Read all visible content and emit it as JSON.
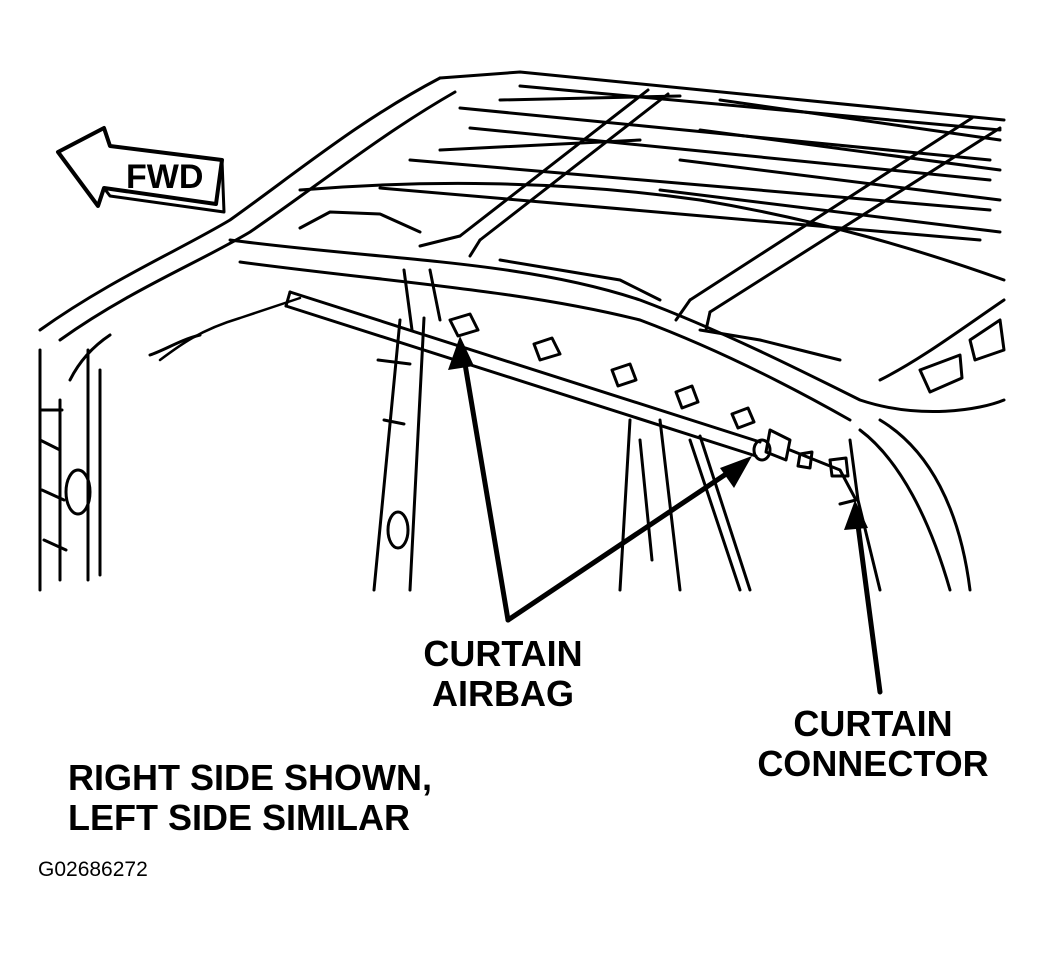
{
  "figure": {
    "fwd_arrow_label": "FWD",
    "callouts": {
      "curtain_airbag": [
        "CURTAIN",
        "AIRBAG"
      ],
      "curtain_connector": [
        "CURTAIN",
        "CONNECTOR"
      ]
    },
    "note_lines": [
      "RIGHT SIDE SHOWN,",
      "LEFT SIDE SIMILAR"
    ],
    "figure_id": "G02686272",
    "colors": {
      "ink": "#000000",
      "paper": "#ffffff"
    }
  }
}
